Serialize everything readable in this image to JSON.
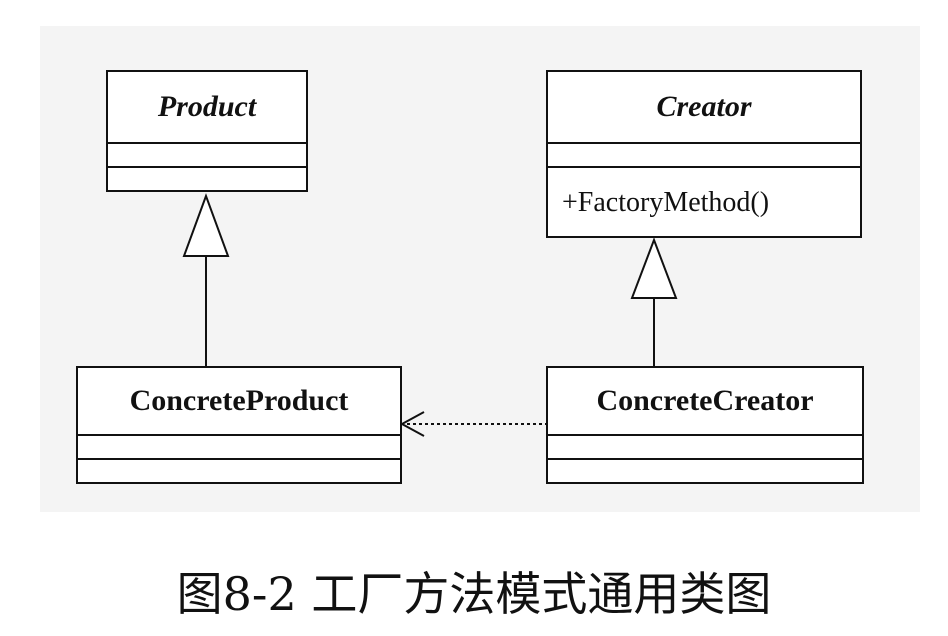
{
  "diagram": {
    "classes": {
      "product": {
        "name": "Product",
        "abstract": true
      },
      "creator": {
        "name": "Creator",
        "abstract": true,
        "operation": "+FactoryMethod()"
      },
      "concrete_product": {
        "name": "ConcreteProduct",
        "abstract": false
      },
      "concrete_creator": {
        "name": "ConcreteCreator",
        "abstract": false
      }
    },
    "relations": [
      {
        "type": "generalization",
        "from": "ConcreteProduct",
        "to": "Product"
      },
      {
        "type": "generalization",
        "from": "ConcreteCreator",
        "to": "Creator"
      },
      {
        "type": "dependency",
        "from": "ConcreteCreator",
        "to": "ConcreteProduct"
      }
    ]
  },
  "caption": "图8-2 工厂方法模式通用类图"
}
